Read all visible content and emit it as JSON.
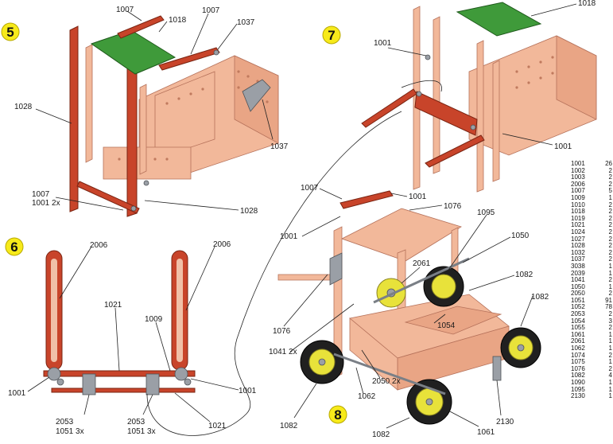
{
  "steps": {
    "s5": "5",
    "s6": "6",
    "s7": "7",
    "s8": "8"
  },
  "labels": {
    "a5_1007_top": "1007",
    "a5_1018": "1018",
    "a5_1007_right": "1007",
    "a5_1037_top": "1037",
    "a5_1028_left": "1028",
    "a5_1037_bottom": "1037",
    "a5_1007_bottom": "1007",
    "a5_1001_2x": "1001 2x",
    "a5_1028_bottom": "1028",
    "a6_2006_left": "2006",
    "a6_2006_right": "2006",
    "a6_1021": "1021",
    "a6_1009": "1009",
    "a6_1001_left": "1001",
    "a6_1001_right": "1001",
    "a6_2053_left": "2053",
    "a6_1051_left": "1051 3x",
    "a6_2053_mid": "2053",
    "a6_1051_mid": "1051 3x",
    "a6_1021_bottom": "1021",
    "a7_1018": "1018",
    "a7_1001_top": "1001",
    "a7_1001_right": "1001",
    "a8_1007": "1007",
    "a8_1001_top": "1001",
    "a8_1076_top": "1076",
    "a8_1095": "1095",
    "a8_1001_left": "1001",
    "a8_1050": "1050",
    "a8_2061": "2061",
    "a8_1082_right": "1082",
    "a8_1076_left": "1076",
    "a8_1082_far": "1082",
    "a8_1054": "1054",
    "a8_1041": "1041 2x",
    "a8_2050": "2050 2x",
    "a8_1062": "1062",
    "a8_2130": "2130",
    "a8_1082_bl": "1082",
    "a8_1082_bm": "1082",
    "a8_1061": "1061"
  },
  "parts": [
    {
      "id": "1001",
      "qty": "26"
    },
    {
      "id": "1002",
      "qty": "2"
    },
    {
      "id": "1003",
      "qty": "2"
    },
    {
      "id": "2006",
      "qty": "2"
    },
    {
      "id": "1007",
      "qty": "5"
    },
    {
      "id": "1009",
      "qty": "1"
    },
    {
      "id": "1010",
      "qty": "2"
    },
    {
      "id": "1018",
      "qty": "2"
    },
    {
      "id": "1019",
      "qty": "2"
    },
    {
      "id": "1021",
      "qty": "2"
    },
    {
      "id": "1024",
      "qty": "2"
    },
    {
      "id": "1027",
      "qty": "2"
    },
    {
      "id": "1028",
      "qty": "2"
    },
    {
      "id": "1032",
      "qty": "2"
    },
    {
      "id": "1037",
      "qty": "2"
    },
    {
      "id": "3038",
      "qty": "1"
    },
    {
      "id": "2039",
      "qty": "1"
    },
    {
      "id": "1041",
      "qty": "2"
    },
    {
      "id": "1050",
      "qty": "1"
    },
    {
      "id": "2050",
      "qty": "2"
    },
    {
      "id": "1051",
      "qty": "91"
    },
    {
      "id": "1052",
      "qty": "78"
    },
    {
      "id": "2053",
      "qty": "2"
    },
    {
      "id": "1054",
      "qty": "3"
    },
    {
      "id": "1055",
      "qty": "2"
    },
    {
      "id": "1061",
      "qty": "1"
    },
    {
      "id": "2061",
      "qty": "1"
    },
    {
      "id": "1062",
      "qty": "1"
    },
    {
      "id": "1074",
      "qty": "2"
    },
    {
      "id": "1075",
      "qty": "1"
    },
    {
      "id": "1076",
      "qty": "2"
    },
    {
      "id": "1082",
      "qty": "4"
    },
    {
      "id": "1090",
      "qty": "1"
    },
    {
      "id": "1095",
      "qty": "1"
    },
    {
      "id": "2130",
      "qty": "1"
    }
  ],
  "colors": {
    "red_strip": "#c8442a",
    "pink_plate": "#f2b89a",
    "green_plate": "#3f9a3a",
    "wheel_rim": "#e8e23a",
    "step_badge": "#f7ea1a"
  }
}
